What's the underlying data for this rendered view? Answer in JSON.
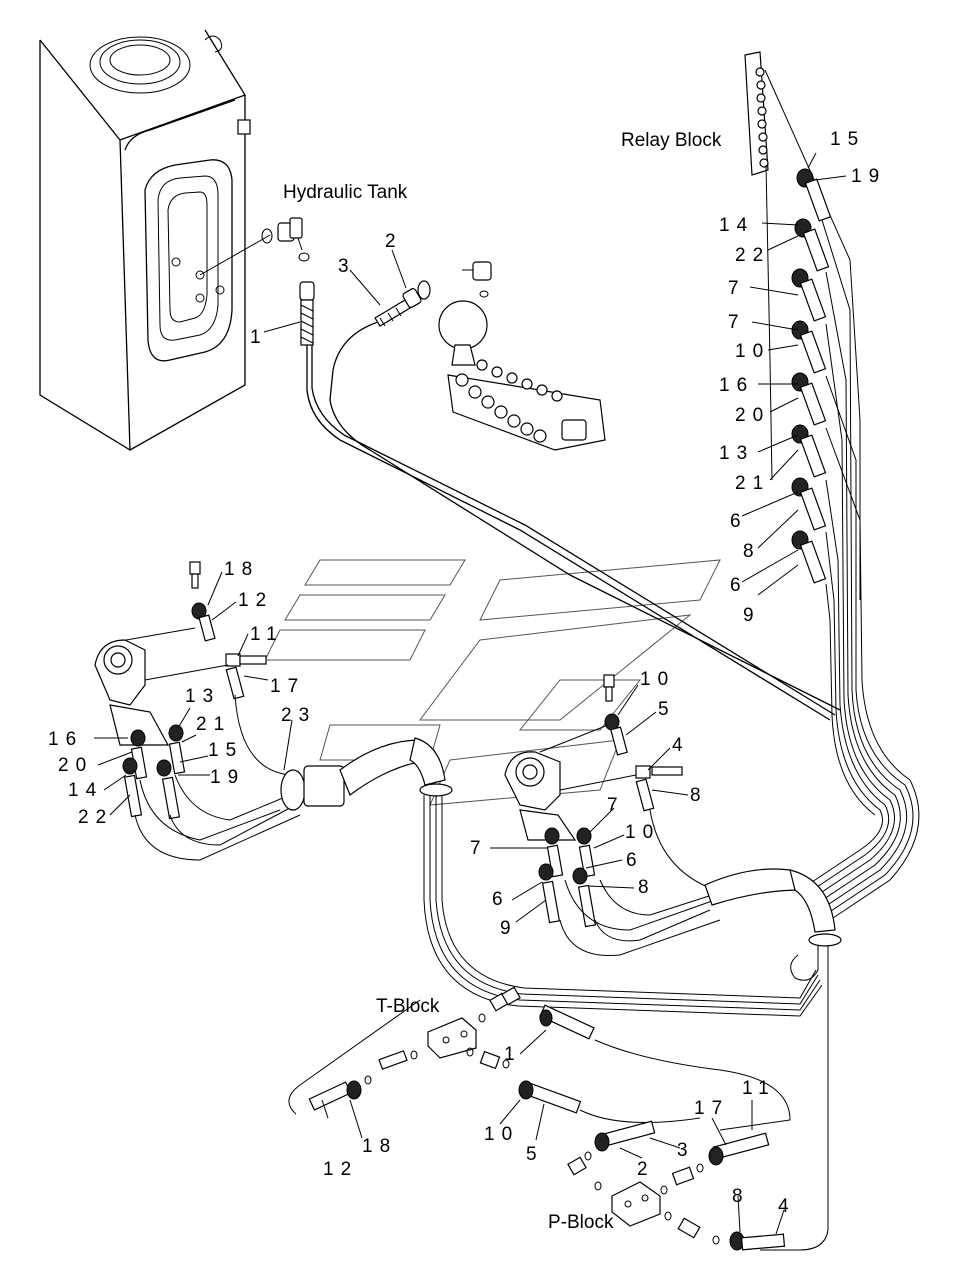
{
  "titles": {
    "hydraulic_tank": "Hydraulic Tank",
    "relay_block": "Relay Block",
    "t_block": "T-Block",
    "p_block": "P-Block"
  },
  "relay_labels": [
    "15",
    "19",
    "14",
    "22",
    "7",
    "7",
    "10",
    "16",
    "20",
    "13",
    "21",
    "6",
    "8",
    "6",
    "9"
  ],
  "top_labels": [
    "2",
    "3",
    "1"
  ],
  "left_valve_labels": [
    "18",
    "12",
    "11",
    "17",
    "23",
    "13",
    "21",
    "15",
    "19",
    "16",
    "20",
    "14",
    "22"
  ],
  "right_valve_labels": [
    "10",
    "5",
    "4",
    "8",
    "7",
    "10",
    "7",
    "6",
    "8",
    "6",
    "9"
  ],
  "bottom_labels": [
    "1",
    "12",
    "18",
    "10",
    "5",
    "17",
    "11",
    "3",
    "2",
    "8",
    "4"
  ]
}
